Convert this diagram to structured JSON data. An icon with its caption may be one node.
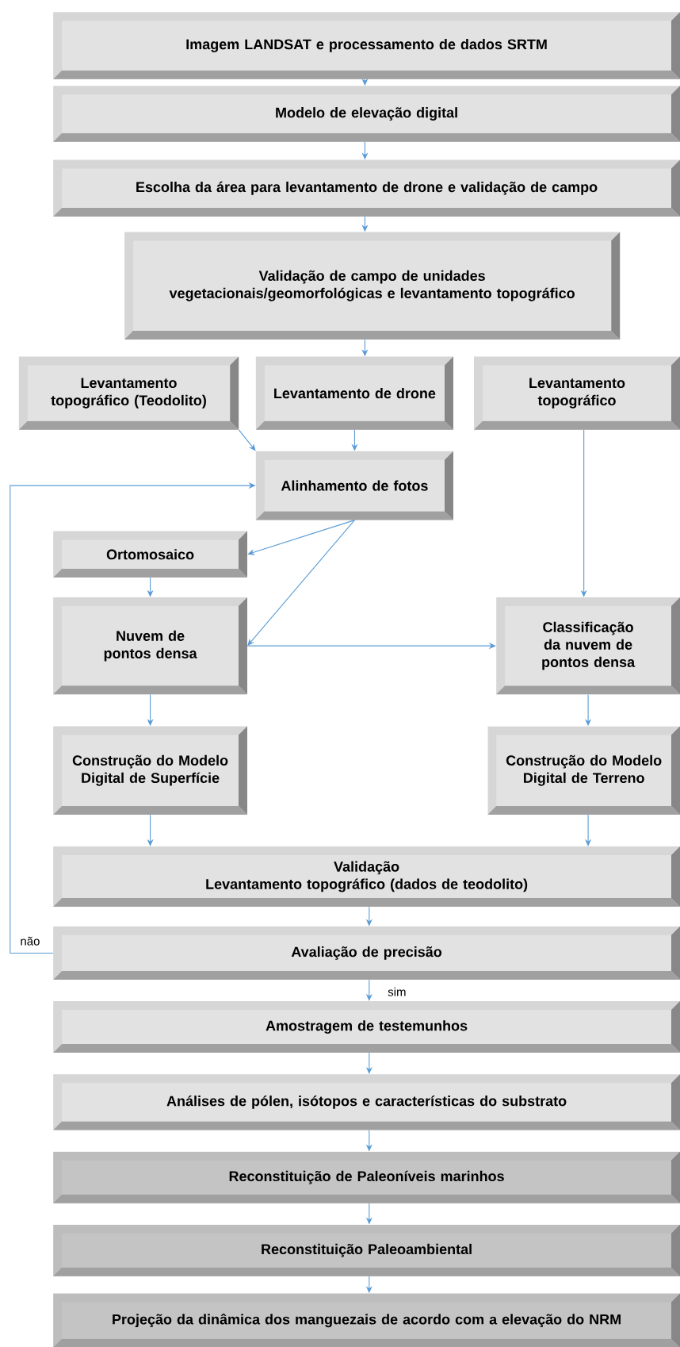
{
  "diagram": {
    "nodes": [
      {
        "text": [
          "Imagem LANDSAT e processamento de dados SRTM"
        ]
      },
      {
        "text": [
          "Modelo de elevação digital"
        ]
      },
      {
        "text": [
          "Escolha da área para levantamento de drone e validação de campo"
        ]
      },
      {
        "text": [
          "Validação de campo de unidades vegetacionais/geomorfológicas e levantamento topográfico"
        ]
      },
      {
        "text": [
          "Levantamento topográfico (Teodolito)"
        ]
      },
      {
        "text": [
          "Levantamento de drone"
        ]
      },
      {
        "text": [
          "Levantamento topográfico"
        ]
      },
      {
        "text": [
          "Alinhamento de fotos"
        ]
      },
      {
        "text": [
          "Ortomosaico"
        ]
      },
      {
        "text": [
          "Nuvem de pontos densa"
        ]
      },
      {
        "text": [
          "Classificação da nuvem de pontos densa"
        ]
      },
      {
        "text": [
          "Construção do Modelo Digital de Superfície"
        ]
      },
      {
        "text": [
          "Construção do Modelo Digital de Terreno"
        ]
      },
      {
        "text": [
          "Validação",
          "Levantamento topográfico (dados de teodolito)"
        ]
      },
      {
        "text": [
          "Avaliação de precisão"
        ]
      },
      {
        "text": [
          "Amostragem de testemunhos"
        ]
      },
      {
        "text": [
          "Análises de pólen, isótopos e características do substrato"
        ]
      },
      {
        "text": [
          "Reconstituição de Paleoníveis marinhos"
        ]
      },
      {
        "text": [
          "Reconstituição Paleoambiental"
        ]
      },
      {
        "text": [
          "Projeção da dinâmica dos manguezais de acordo com a elevação do NRM"
        ]
      }
    ],
    "edges": [
      {
        "from": 0,
        "to": 1,
        "arrow": "to"
      },
      {
        "from": 1,
        "to": 2,
        "arrow": "to"
      },
      {
        "from": 2,
        "to": 3,
        "arrow": "to"
      },
      {
        "from": 3,
        "to": 5,
        "arrow": "to"
      },
      {
        "from": 4,
        "to": 7,
        "arrow": "to"
      },
      {
        "from": 5,
        "to": 7,
        "arrow": "to"
      },
      {
        "from": 7,
        "to": 8,
        "arrow": "to"
      },
      {
        "from": 7,
        "to": 9,
        "arrow": "to"
      },
      {
        "from": 8,
        "to": 9,
        "arrow": "to"
      },
      {
        "from": 9,
        "to": 10,
        "arrow": "to"
      },
      {
        "from": 6,
        "to": 10,
        "arrow": "to"
      },
      {
        "from": 9,
        "to": 11,
        "arrow": "to"
      },
      {
        "from": 10,
        "to": 12,
        "arrow": "to"
      },
      {
        "from": 11,
        "to": 13,
        "arrow": "to"
      },
      {
        "from": 12,
        "to": 13,
        "arrow": "to"
      },
      {
        "from": 13,
        "to": 14,
        "arrow": "to"
      },
      {
        "from": 14,
        "to": 15,
        "arrow": "to",
        "label": "sim"
      },
      {
        "from": 15,
        "to": 16,
        "arrow": "to"
      },
      {
        "from": 16,
        "to": 17,
        "arrow": "to"
      },
      {
        "from": 17,
        "to": 18,
        "arrow": "to"
      },
      {
        "from": 18,
        "to": 19,
        "arrow": "to"
      },
      {
        "from": 14,
        "to": 7,
        "arrow": "to",
        "label": "não"
      }
    ]
  }
}
